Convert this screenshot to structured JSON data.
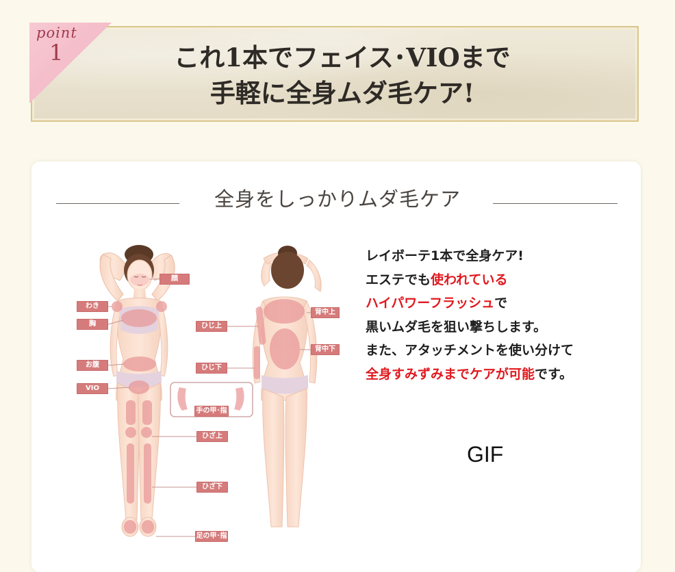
{
  "point": {
    "word": "point",
    "number": "1"
  },
  "banner": {
    "line1": "これ1本でフェイス･VIOまで",
    "line2": "手軽に全身ムダ毛ケア!"
  },
  "section": {
    "title": "全身をしっかりムダ毛ケア"
  },
  "labels": {
    "face": "顔",
    "armpit": "わき",
    "chest": "胸",
    "belly": "お腹",
    "vio": "VIO",
    "elbow_up": "ひじ上",
    "elbow_down": "ひじ下",
    "back_up": "背中上",
    "back_down": "背中下",
    "hand": "手の甲･指",
    "knee_up": "ひざ上",
    "knee_down": "ひざ下",
    "foot": "足の甲･指"
  },
  "description": {
    "l1": "レイボーテ1本で全身ケア!",
    "l2a": "エステでも",
    "l2b": "使われている",
    "l3a": "ハイパワーフラッシュ",
    "l3b": "で",
    "l4": "黒いムダ毛を狙い撃ちします。",
    "l5": "また、アタッチメントを使い分けて",
    "l6a": "全身すみずみまでケアが可能",
    "l6b": "です。"
  },
  "media_placeholder": "GIF",
  "colors": {
    "accent_red": "#e0191f",
    "label_bg": "#d67b7b",
    "highlight": "#e99a9a",
    "skin": "#fbe1d1",
    "underwear": "#e4d2df"
  }
}
